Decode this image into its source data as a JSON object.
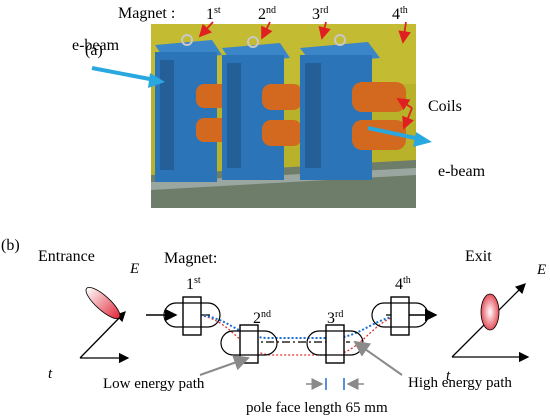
{
  "panel_a": {
    "panel_label": "(a)",
    "magnet_heading": "Magnet :",
    "magnets": [
      {
        "num": "1",
        "sup": "st"
      },
      {
        "num": "2",
        "sup": "nd"
      },
      {
        "num": "3",
        "sup": "rd"
      },
      {
        "num": "4",
        "sup": "th"
      }
    ],
    "ebeam_in": "e-beam",
    "ebeam_out": "e-beam",
    "coils": "Coils",
    "colors": {
      "photo_bg": "#b8b12a",
      "magnet_blue": "#2c74b8",
      "coil_orange": "#d2691e",
      "beam_arrow": "#29a8e0",
      "marker_red": "#e02020"
    }
  },
  "panel_b": {
    "panel_label": "(b)",
    "entrance": "Entrance",
    "exit": "Exit",
    "magnet_heading": "Magnet:",
    "magnets": [
      {
        "num": "1",
        "sup": "st"
      },
      {
        "num": "2",
        "sup": "nd"
      },
      {
        "num": "3",
        "sup": "rd"
      },
      {
        "num": "4",
        "sup": "th"
      }
    ],
    "axis_e": "E",
    "axis_t": "t",
    "low_energy": "Low energy path",
    "high_energy": "High energy path",
    "pole_face": "pole face length 65 mm",
    "colors": {
      "low_path": "#e03030",
      "high_path": "#1a6fd0",
      "pointer": "#8a8a8a"
    }
  }
}
